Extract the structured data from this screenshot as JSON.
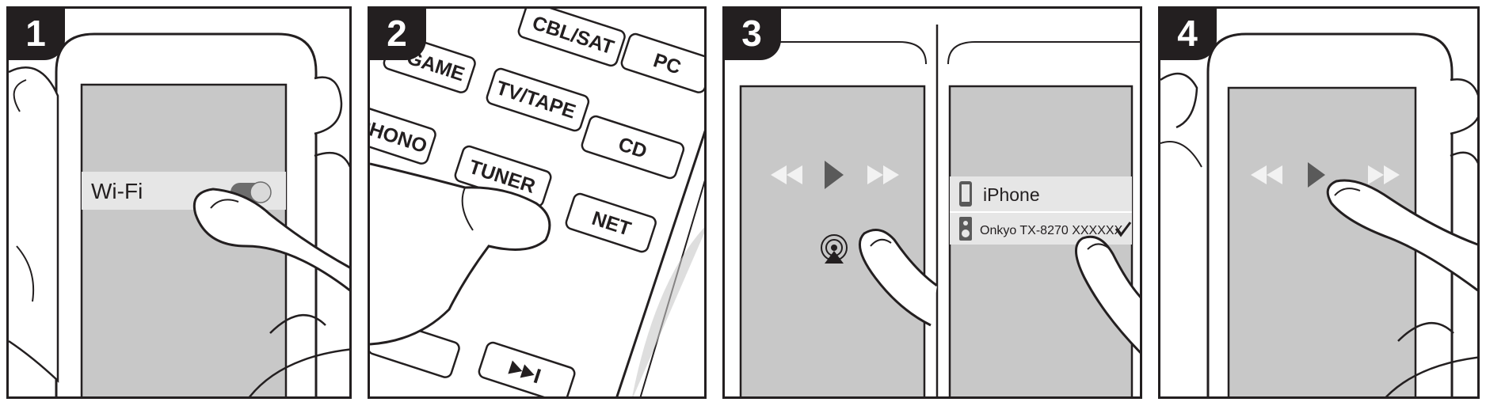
{
  "steps": [
    {
      "number": "1",
      "label_wifi": "Wi-Fi"
    },
    {
      "number": "2",
      "remote_keys": [
        "GAME",
        "CBL/SAT",
        "PC",
        "TV/TAPE",
        "PHONO",
        "CD",
        "TUNER",
        "NET"
      ]
    },
    {
      "number": "3",
      "devices": [
        "iPhone",
        "Onkyo TX-8270 XXXXXX"
      ]
    },
    {
      "number": "4"
    }
  ],
  "colors": {
    "ink": "#231f20",
    "screen": "#c8c8c8",
    "highlight": "#e6e6e6",
    "icon_light": "#f2f2f2",
    "icon_dark": "#5a5a5a"
  },
  "icons": [
    "rewind-icon",
    "play-icon",
    "fast-forward-icon",
    "airplay-icon",
    "phone-icon",
    "speaker-icon",
    "checkmark-icon",
    "skip-next-icon"
  ]
}
